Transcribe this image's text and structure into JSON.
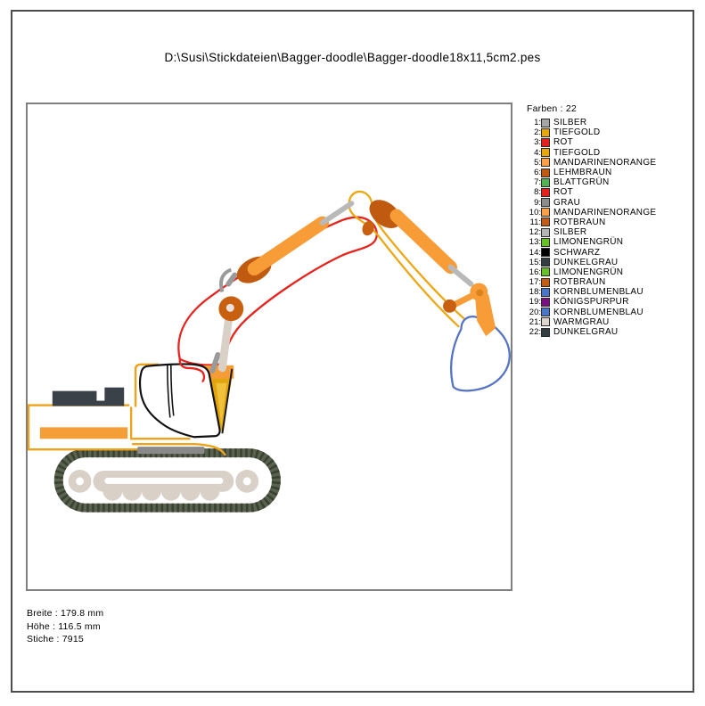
{
  "page": {
    "title": "D:\\Susi\\Stickdateien\\Bagger-doodle\\Bagger-doodle18x11,5cm2.pes"
  },
  "legend": {
    "title": "Farben : 22",
    "colors": [
      {
        "index_label": "1:",
        "label": "SILBER",
        "hex": "#a6a6a6"
      },
      {
        "index_label": "2:",
        "label": "TIEFGOLD",
        "hex": "#e8a60a"
      },
      {
        "index_label": "3:",
        "label": "ROT",
        "hex": "#e8201d"
      },
      {
        "index_label": "4:",
        "label": "TIEFGOLD",
        "hex": "#e8a60a"
      },
      {
        "index_label": "5:",
        "label": "MANDARINENORANGE",
        "hex": "#f9a048"
      },
      {
        "index_label": "6:",
        "label": "LEHMBRAUN",
        "hex": "#c05a10"
      },
      {
        "index_label": "7:",
        "label": "BLATTGRÜN",
        "hex": "#53b353"
      },
      {
        "index_label": "8:",
        "label": "ROT",
        "hex": "#e8201d"
      },
      {
        "index_label": "9:",
        "label": "GRAU",
        "hex": "#8c8c8c"
      },
      {
        "index_label": "10:",
        "label": "MANDARINENORANGE",
        "hex": "#f9a048"
      },
      {
        "index_label": "11:",
        "label": "ROTBRAUN",
        "hex": "#c55a11"
      },
      {
        "index_label": "12:",
        "label": "SILBER",
        "hex": "#b5b5b5"
      },
      {
        "index_label": "13:",
        "label": "LIMONENGRÜN",
        "hex": "#69bf27"
      },
      {
        "index_label": "14:",
        "label": "SCHWARZ",
        "hex": "#000000"
      },
      {
        "index_label": "15:",
        "label": "DUNKELGRAU",
        "hex": "#333d42"
      },
      {
        "index_label": "16:",
        "label": "LIMONENGRÜN",
        "hex": "#69bf27"
      },
      {
        "index_label": "17:",
        "label": "ROTBRAUN",
        "hex": "#c55a11"
      },
      {
        "index_label": "18:",
        "label": "KORNBLUMENBLAU",
        "hex": "#4a76c8"
      },
      {
        "index_label": "19:",
        "label": "KÖNIGSPURPUR",
        "hex": "#7d0f82"
      },
      {
        "index_label": "20:",
        "label": "KORNBLUMENBLAU",
        "hex": "#4a76c8"
      },
      {
        "index_label": "21:",
        "label": "WARMGRAU",
        "hex": "#ded6cd"
      },
      {
        "index_label": "22:",
        "label": "DUNKELGRAU",
        "hex": "#333d42"
      }
    ]
  },
  "stats": {
    "width_label": "Breite : 179.8 mm",
    "height_label": "Höhe : 116.5 mm",
    "stitches_label": "Stiche : 7915"
  }
}
